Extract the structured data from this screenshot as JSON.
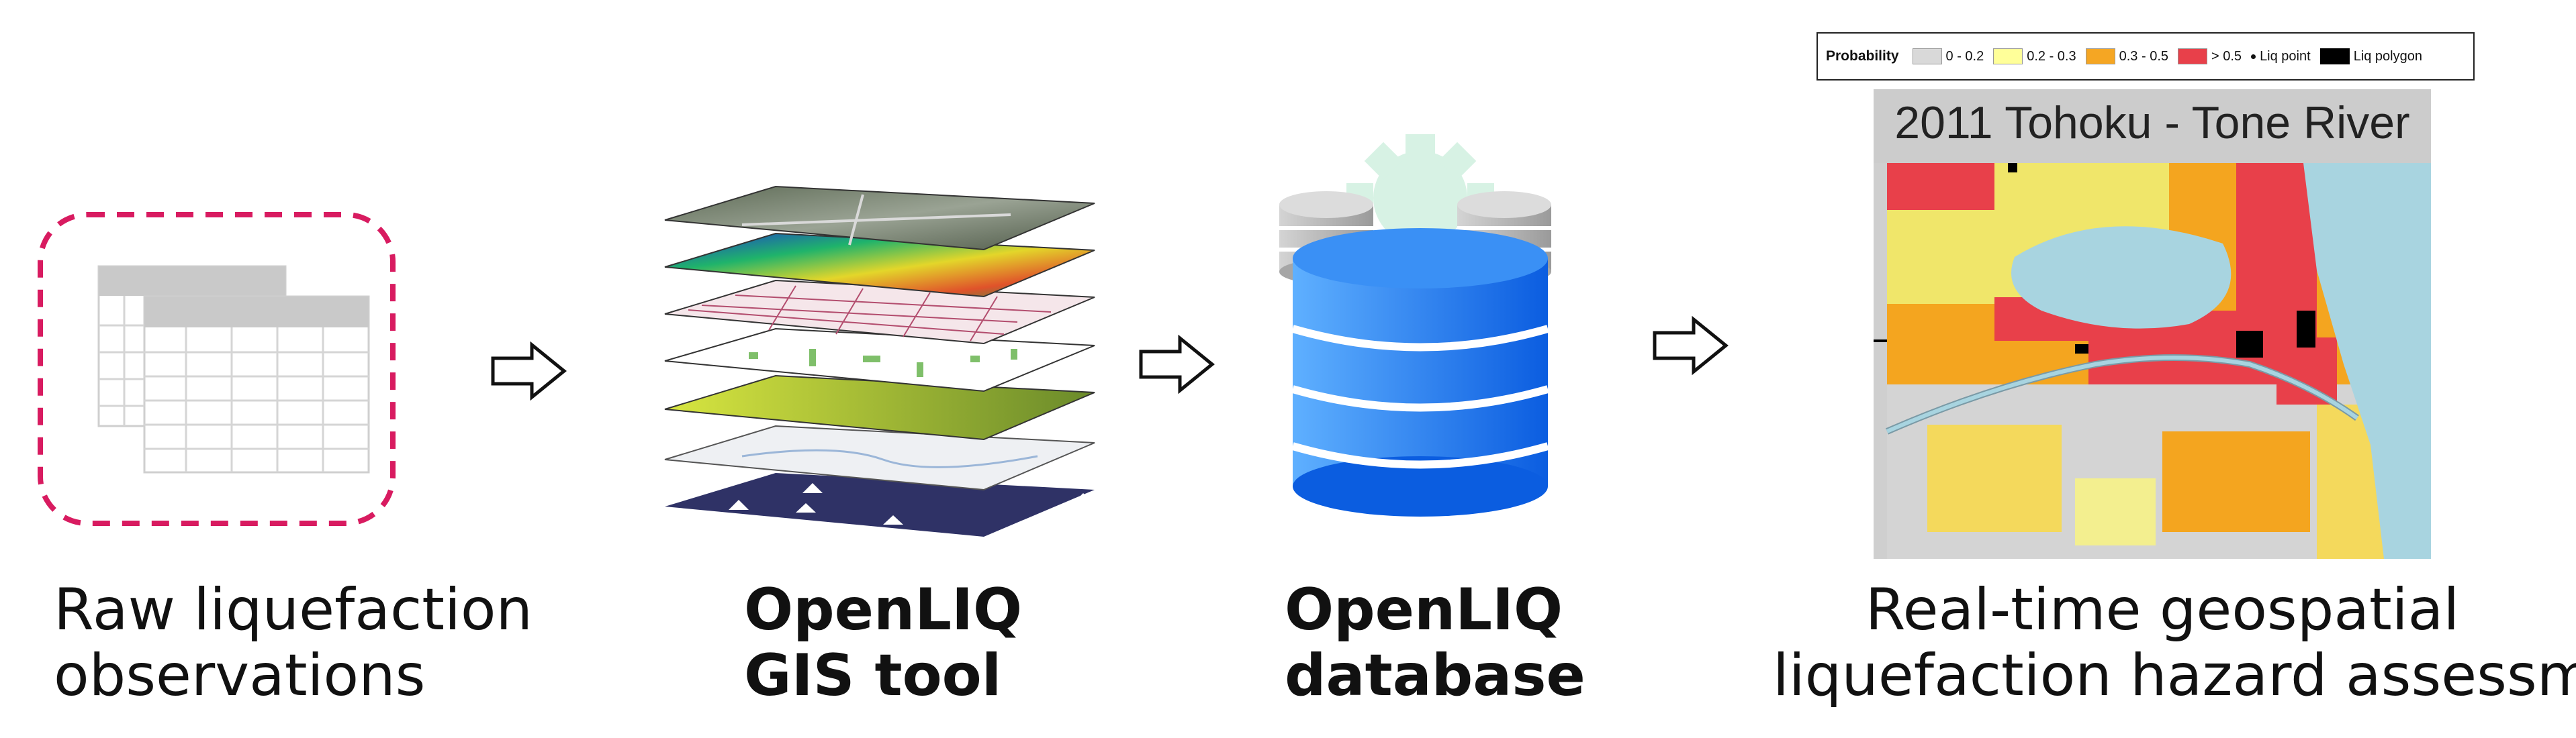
{
  "steps": [
    {
      "line1": "Raw liquefaction",
      "line2": "observations"
    },
    {
      "line1": "OpenLIQ",
      "line2": "GIS tool"
    },
    {
      "line1": "OpenLIQ",
      "line2": "database"
    },
    {
      "line1": "Real-time geospatial",
      "line2": "liquefaction hazard assessment"
    }
  ],
  "legend": {
    "title": "Probability",
    "items": [
      {
        "label": "0 - 0.2",
        "color": "#d9d9d9"
      },
      {
        "label": "0.2 - 0.3",
        "color": "#ffff99"
      },
      {
        "label": "0.3 - 0.5",
        "color": "#f5a623"
      },
      {
        "label": "> 0.5",
        "color": "#e8404a"
      }
    ],
    "point_label": "Liq point",
    "polygon_label": "Liq polygon",
    "polygon_color": "#000000"
  },
  "map": {
    "title": "2011 Tohoku - Tone River",
    "water_color": "#a8d4e0"
  },
  "colors": {
    "dashed_border": "#d81b60",
    "db_blue": "#1a73e8",
    "gear": "#d4f0e4"
  },
  "icons": [
    "spreadsheet-icon",
    "gis-layers-icon",
    "database-icon",
    "gear-icon",
    "arrow-right-icon"
  ]
}
